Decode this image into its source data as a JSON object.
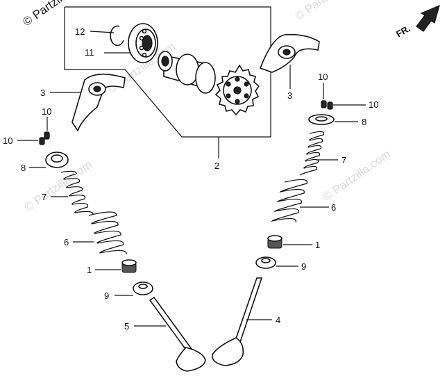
{
  "watermarks": {
    "corner": "© Partzilla.com",
    "repeat": "© Partzilla.com"
  },
  "direction": {
    "text": "FR."
  },
  "callouts": [
    {
      "id": "12",
      "text": "12"
    },
    {
      "id": "11",
      "text": "11"
    },
    {
      "id": "3a",
      "text": "3"
    },
    {
      "id": "3b",
      "text": "3"
    },
    {
      "id": "2",
      "text": "2"
    },
    {
      "id": "10a",
      "text": "10"
    },
    {
      "id": "10b",
      "text": "10"
    },
    {
      "id": "10c",
      "text": "10"
    },
    {
      "id": "10d",
      "text": "10"
    },
    {
      "id": "8a",
      "text": "8"
    },
    {
      "id": "8b",
      "text": "8"
    },
    {
      "id": "7a",
      "text": "7"
    },
    {
      "id": "7b",
      "text": "7"
    },
    {
      "id": "6a",
      "text": "6"
    },
    {
      "id": "6b",
      "text": "6"
    },
    {
      "id": "1a",
      "text": "1"
    },
    {
      "id": "1b",
      "text": "1"
    },
    {
      "id": "9a",
      "text": "9"
    },
    {
      "id": "9b",
      "text": "9"
    },
    {
      "id": "5",
      "text": "5"
    },
    {
      "id": "4",
      "text": "4"
    }
  ]
}
